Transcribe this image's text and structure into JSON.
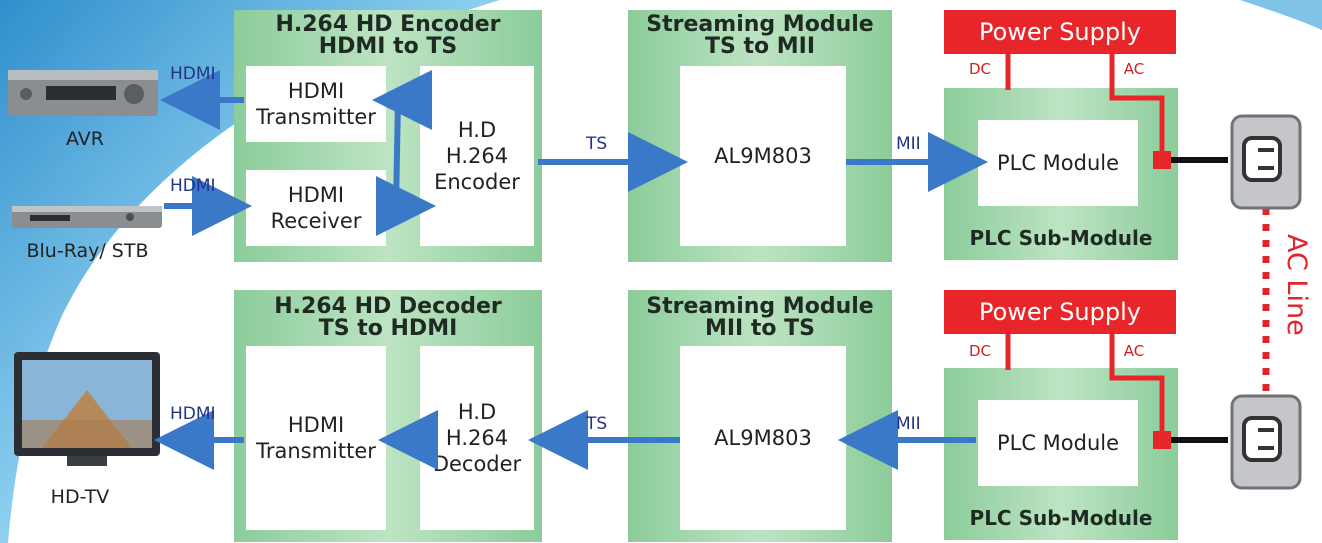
{
  "devices": {
    "avr": "AVR",
    "bluray": "Blu-Ray/ STB",
    "hdtv": "HD-TV"
  },
  "link_labels": {
    "hdmi_avr": "HDMI",
    "hdmi_bluray": "HDMI",
    "hdmi_tv": "HDMI",
    "ts_top": "TS",
    "mii_top": "MII",
    "ts_bottom": "TS",
    "mii_bottom": "MII"
  },
  "encoder": {
    "title": "H.264 HD Encoder\nHDMI to TS",
    "transmitter": "HDMI\nTransmitter",
    "receiver": "HDMI\nReceiver",
    "codec": "H.D\nH.264\nEncoder"
  },
  "decoder": {
    "title": "H.264 HD Decoder\nTS to HDMI",
    "transmitter": "HDMI\nTransmitter",
    "codec": "H.D\nH.264\nDecoder"
  },
  "streaming_top": {
    "title": "Streaming Module\nTS to MII",
    "chip": "AL9M803"
  },
  "streaming_bottom": {
    "title": "Streaming Module\nMII to TS",
    "chip": "AL9M803"
  },
  "plc_top": {
    "power": "Power Supply",
    "dc": "DC",
    "ac": "AC",
    "module": "PLC Module",
    "sub": "PLC Sub-Module"
  },
  "plc_bottom": {
    "power": "Power Supply",
    "dc": "DC",
    "ac": "AC",
    "module": "PLC Module",
    "sub": "PLC Sub-Module"
  },
  "ac_line": "AC Line",
  "colors": {
    "green_block": "#8ccc9a",
    "power_red": "#e8262a",
    "arrow_blue": "#3a78c8",
    "background_swoosh": "#4fb0e0"
  }
}
